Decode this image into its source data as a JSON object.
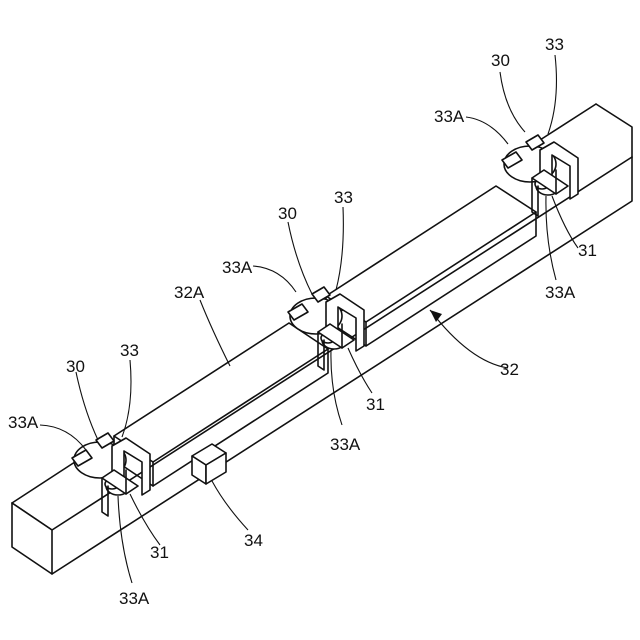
{
  "labels": {
    "clip_right": "30",
    "bracket_right": "33",
    "tab_right_upper": "33A",
    "screw_right": "31",
    "tab_right_lower": "33A",
    "clip_mid": "30",
    "bracket_mid": "33",
    "tab_mid_upper": "33A",
    "screw_mid": "31",
    "tab_mid_lower": "33A",
    "bar_top": "32A",
    "bar": "32",
    "clip_left": "30",
    "bracket_left": "33",
    "tab_left_upper": "33A",
    "screw_left": "31",
    "tab_left_lower": "33A",
    "block": "34"
  }
}
